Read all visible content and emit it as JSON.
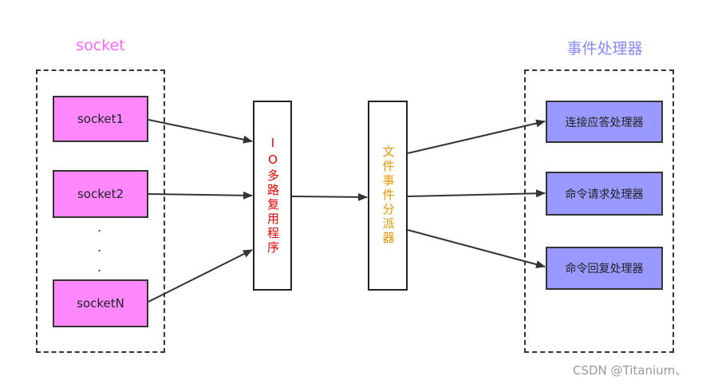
{
  "colors": {
    "socket_title": "#ff66ff",
    "handler_title": "#8888ff",
    "io_text": "#e60000",
    "dispatcher_text": "#e69500",
    "socket_fill": "#ff88ff",
    "handler_fill": "#9999ff"
  },
  "groups": {
    "socket_title": "socket",
    "handler_title": "事件处理器"
  },
  "sockets": [
    "socket1",
    "socket2",
    "socketN"
  ],
  "ellipsis": [
    ".",
    ".",
    "."
  ],
  "io_multiplexer": "IO多路复用程序",
  "dispatcher": "文件事件分派器",
  "handlers": [
    "连接应答处理器",
    "命令请求处理器",
    "命令回复处理器"
  ],
  "watermark": "CSDN @Titanium、"
}
